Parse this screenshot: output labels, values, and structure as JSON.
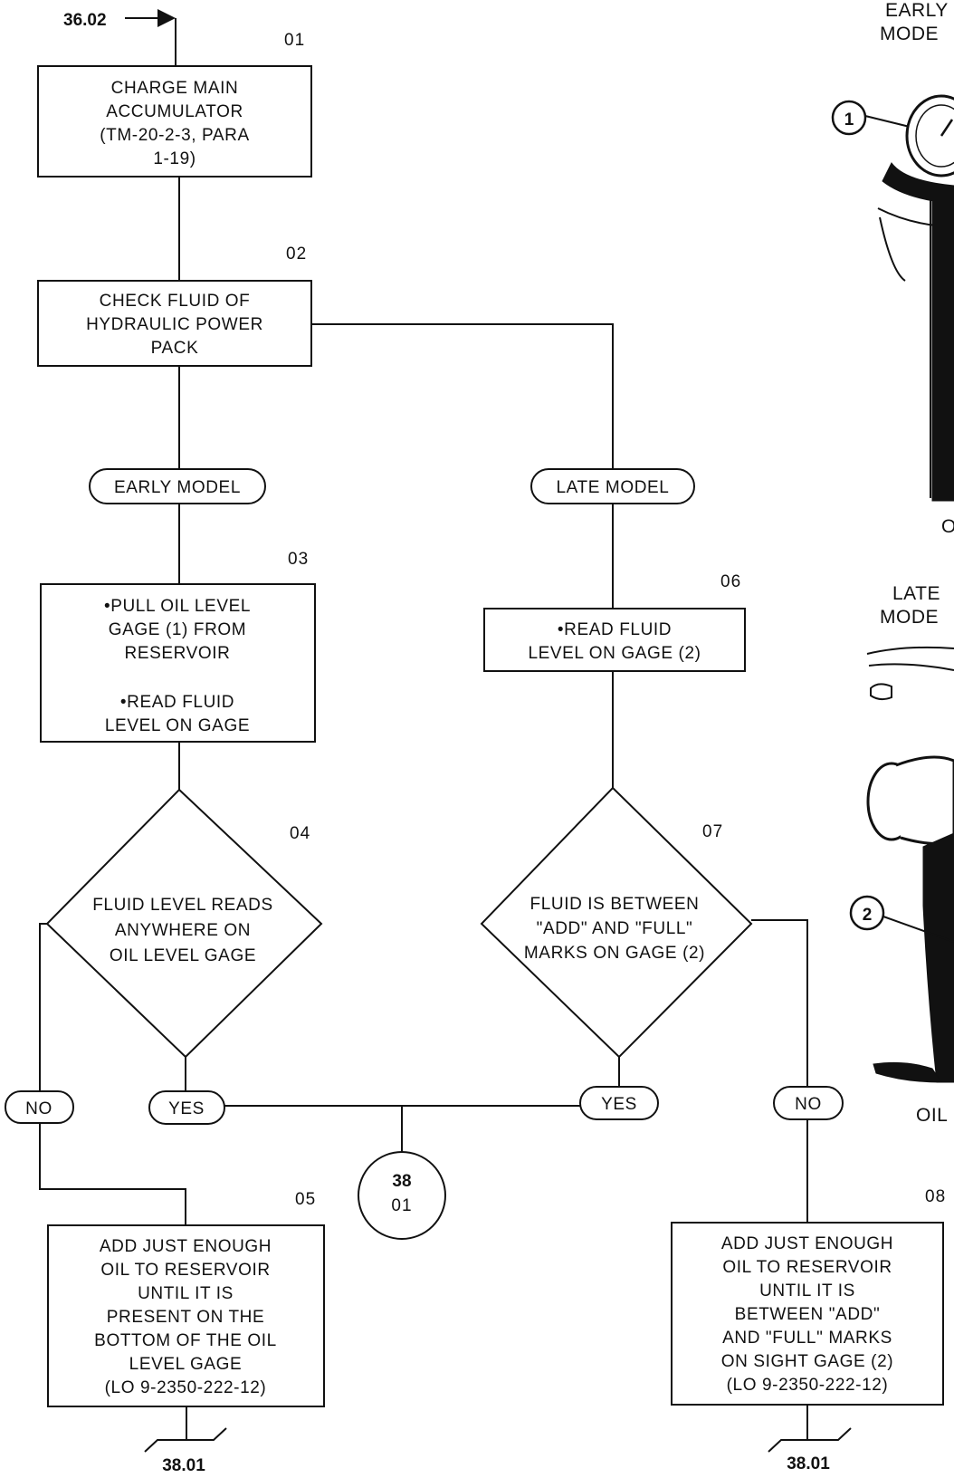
{
  "entry_ref": "36.02",
  "connector": {
    "line1": "38",
    "line2": "01"
  },
  "exit_refs": {
    "left": "38.01",
    "right": "38.01"
  },
  "steps": [
    {
      "id": "01",
      "lines": [
        "CHARGE MAIN",
        "ACCUMULATOR",
        "(TM-20-2-3, PARA",
        "1-19)"
      ]
    },
    {
      "id": "02",
      "lines": [
        "CHECK FLUID OF",
        "HYDRAULIC POWER",
        "PACK"
      ]
    },
    {
      "id": "03",
      "lines": [
        "•PULL OIL LEVEL",
        "GAGE (1) FROM",
        "RESERVOIR",
        "",
        "•READ FLUID",
        "LEVEL ON GAGE"
      ]
    },
    {
      "id": "04",
      "lines": [
        "FLUID LEVEL READS",
        "ANYWHERE ON",
        "OIL LEVEL GAGE"
      ]
    },
    {
      "id": "05",
      "lines": [
        "ADD JUST ENOUGH",
        "OIL TO RESERVOIR",
        "UNTIL IT IS",
        "PRESENT ON THE",
        "BOTTOM OF THE OIL",
        "LEVEL GAGE",
        "(LO 9-2350-222-12)"
      ]
    },
    {
      "id": "06",
      "lines": [
        "•READ FLUID",
        "LEVEL ON GAGE (2)"
      ]
    },
    {
      "id": "07",
      "lines": [
        "FLUID IS BETWEEN",
        "\"ADD\" AND \"FULL\"",
        "MARKS ON GAGE (2)"
      ]
    },
    {
      "id": "08",
      "lines": [
        "ADD JUST ENOUGH",
        "OIL TO RESERVOIR",
        "UNTIL IT IS",
        "BETWEEN \"ADD\"",
        "AND \"FULL\" MARKS",
        "ON SIGHT GAGE (2)",
        "(LO 9-2350-222-12)"
      ]
    }
  ],
  "branches": {
    "early_model": "EARLY MODEL",
    "late_model": "LATE MODEL",
    "yes": "YES",
    "no": "NO"
  },
  "illustration": {
    "early_label_1": "EARLY",
    "early_label_2": "MODE",
    "callout_1": "1",
    "early_caption": "O",
    "late_label_1": "LATE",
    "late_label_2": "MODE",
    "callout_2": "2",
    "late_caption": "OIL"
  }
}
